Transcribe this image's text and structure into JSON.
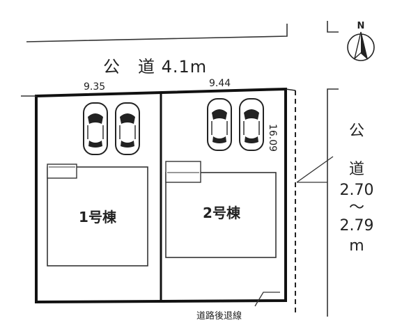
{
  "road_top_label": "公　道 4.1m",
  "road_right_label": [
    "公",
    "道",
    "2.70",
    "～",
    "2.79",
    "m"
  ],
  "dimensions": {
    "lot1_width": "9.35",
    "lot2_width": "9.44",
    "depth": "16.09"
  },
  "buildings": {
    "unit1": "1号棟",
    "unit2": "2号棟"
  },
  "setback_label": "道路後退線",
  "compass": {
    "north_label": "N"
  },
  "icons": [
    "car-icon",
    "compass-icon"
  ]
}
